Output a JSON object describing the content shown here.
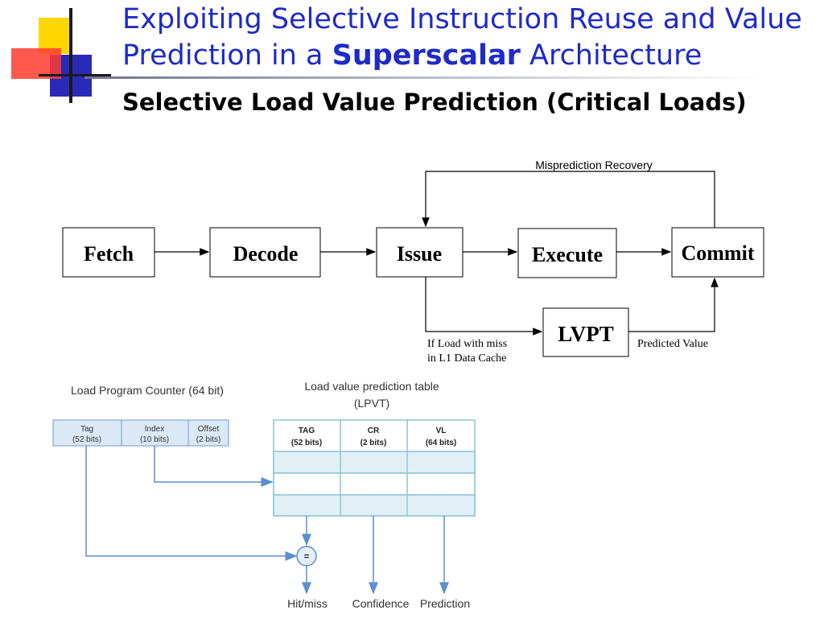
{
  "slide": {
    "title_line1": "Exploiting Selective Instruction Reuse and Value",
    "title_line2_pre": "Prediction in a ",
    "title_line2_bold": "Superscalar",
    "title_line2_post": " Architecture",
    "subtitle": "Selective Load Value Prediction (Critical Loads)"
  },
  "pipeline": {
    "stages": [
      "Fetch",
      "Decode",
      "Issue",
      "Execute",
      "Commit"
    ],
    "lvpt": "LVPT",
    "misprediction": "Misprediction Recovery",
    "miss_line1": "If Load with miss",
    "miss_line2": "in L1 Data Cache",
    "predicted": "Predicted Value"
  },
  "lpvt": {
    "pc_title": "Load Program Counter (64 bit)",
    "pc_fields": [
      {
        "name": "Tag",
        "bits": "(52 bits)"
      },
      {
        "name": "Index",
        "bits": "(10 bits)"
      },
      {
        "name": "Offset",
        "bits": "(2 bits)"
      }
    ],
    "table_title_line1": "Load value prediction table",
    "table_title_line2": "(LPVT)",
    "columns": [
      {
        "name": "TAG",
        "bits": "(52 bits)"
      },
      {
        "name": "CR",
        "bits": "(2 bits)"
      },
      {
        "name": "VL",
        "bits": "(64 bits)"
      }
    ],
    "comparator": "=",
    "outputs": [
      "Hit/miss",
      "Confidence",
      "Prediction"
    ]
  },
  "colors": {
    "title": "#1f2bc8",
    "table_border": "#8cc2dc",
    "table_fill": "#e1f0f4",
    "arrow_blue": "#5b8fcf"
  }
}
